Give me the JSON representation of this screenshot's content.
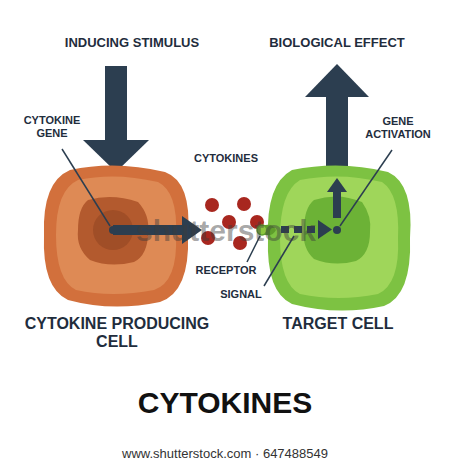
{
  "diagram": {
    "title": "CYTOKINES",
    "nodes": [
      {
        "text": [
          "CYTOKINE PRODUCING CELL"
        ]
      },
      {
        "text": [
          "TARGET CELL"
        ]
      }
    ],
    "labels": [
      "INDUCING STIMULUS",
      "BIOLOGICAL EFFECT",
      "CYTOKINE GENE",
      "GENE ACTIVATION",
      "CYTOKINES",
      "RECEPTOR",
      "SIGNAL",
      "shutterstock",
      "www.shutterstock.com · 647488549"
    ]
  }
}
